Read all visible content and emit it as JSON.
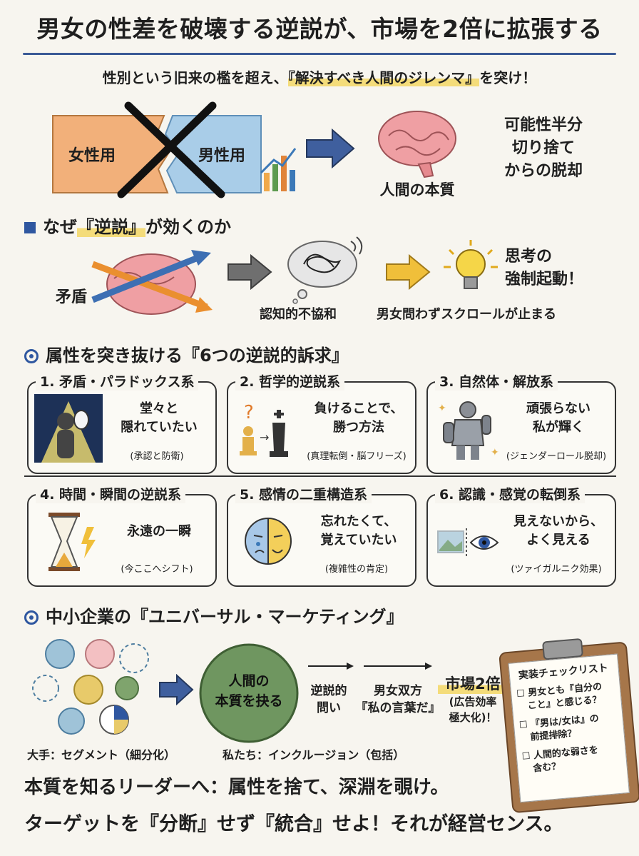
{
  "title": "男女の性差を破壊する逆説が、市場を2倍に拡張する",
  "subtitle": {
    "before": "性別という旧来の檻を超え、",
    "highlight": "『解決すべき人間のジレンマ』",
    "after": "を突け！"
  },
  "top": {
    "female_label": "女性用",
    "male_label": "男性用",
    "brain_label": "人間の本質",
    "escape_lines": [
      "可能性半分",
      "切り捨て",
      "からの脱却"
    ]
  },
  "why": {
    "heading_before": "なぜ",
    "heading_highlight": "『逆説』",
    "heading_after": "が効くのか",
    "contradiction_label": "矛盾",
    "dissonance_label": "認知的不協和",
    "scroll_label": "男女問わずスクロールが止まる",
    "thinking_lines": [
      "思考の",
      "強制起動！"
    ]
  },
  "appeals": {
    "heading": "属性を突き抜ける『6つの逆説的訴求』",
    "cards": [
      {
        "title": "1. 矛盾・パラドックス系",
        "main": [
          "堂々と",
          "隠れていたい"
        ],
        "note": "(承認と防衛)",
        "icon": "masked-figure-icon"
      },
      {
        "title": "2. 哲学的逆説系",
        "main": [
          "負けることで、",
          "勝つ方法"
        ],
        "note": "(真理転倒・脳フリーズ)",
        "icon": "chess-pieces-icon"
      },
      {
        "title": "3. 自然体・解放系",
        "main": [
          "頑張らない",
          "私が輝く"
        ],
        "note": "(ジェンダーロール脱却)",
        "icon": "armor-removal-icon"
      },
      {
        "title": "4. 時間・瞬間の逆説系",
        "main": [
          "永遠の一瞬"
        ],
        "note": "(今ここへシフト)",
        "icon": "hourglass-icon"
      },
      {
        "title": "5. 感情の二重構造系",
        "main": [
          "忘れたくて、",
          "覚えていたい"
        ],
        "note": "(複雑性の肯定)",
        "icon": "two-faced-mask-icon"
      },
      {
        "title": "6. 認識・感覚の転倒系",
        "main": [
          "見えないから、",
          "よく見える"
        ],
        "note": "(ツァイガルニク効果)",
        "icon": "eye-icon"
      }
    ]
  },
  "universal": {
    "heading": "中小企業の『ユニバーサル・マーケティング』",
    "big_label": "大手：セグメント（細分化）",
    "circle_lines": [
      "人間の",
      "本質を抉る"
    ],
    "paradox_lines": [
      "逆説的",
      "問い"
    ],
    "both_lines": [
      "男女双方",
      "『私の言葉だ』"
    ],
    "market_lines": [
      "市場2倍",
      "(広告効率",
      "極大化)！"
    ],
    "us_label": "私たち：インクルージョン（包括）",
    "checklist": {
      "title": "実装チェックリスト",
      "items": [
        [
          "男女とも『自分の",
          "こと』と感じる？"
        ],
        [
          "『男は/女は』の",
          "前提排除？"
        ],
        [
          "人間的な弱さを",
          "含む？"
        ]
      ]
    }
  },
  "footer": [
    "本質を知るリーダーへ：属性を捨て、深淵を覗け。",
    "ターゲットを『分断』せず『統合』せよ！それが経営センス。"
  ],
  "colors": {
    "accent_blue": "#2f57a0",
    "female_orange": "#f2b07a",
    "male_blue": "#a9cde8",
    "highlight_yellow": "#f4dc7a",
    "green": "#6f9660"
  }
}
